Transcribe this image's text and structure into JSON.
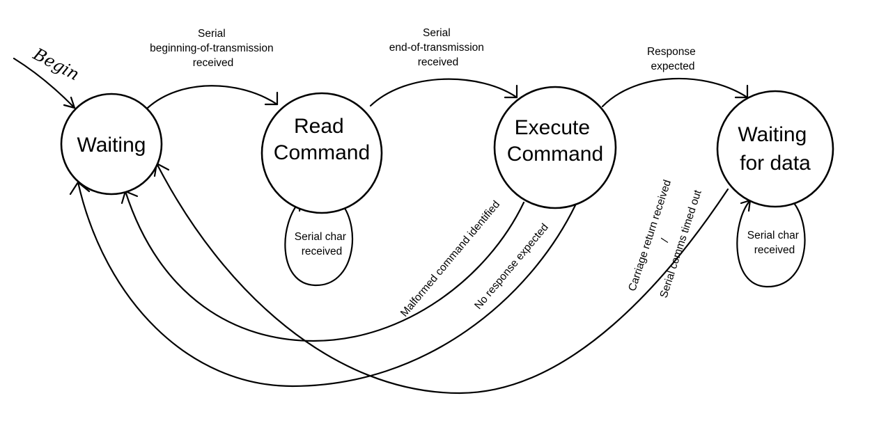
{
  "diagram": {
    "start_label": "Begin",
    "states": {
      "waiting": "Waiting",
      "read_command": [
        "Read",
        "Command"
      ],
      "execute_command": [
        "Execute",
        "Command"
      ],
      "waiting_for_data": [
        "Waiting",
        "for data"
      ]
    },
    "transitions": {
      "begin_of_transmission": [
        "Serial",
        "beginning-of-transmission",
        "received"
      ],
      "end_of_transmission": [
        "Serial",
        "end-of-transmission",
        "received"
      ],
      "response_expected": [
        "Response",
        "expected"
      ],
      "read_serial_char": [
        "Serial char",
        "received"
      ],
      "data_serial_char": [
        "Serial char",
        "received"
      ],
      "malformed_command": "Malformed command identified",
      "no_response": "No response expected",
      "carriage_return_or_timeout": [
        "Carriage return received",
        "/",
        "Serial comms timed out"
      ]
    }
  }
}
